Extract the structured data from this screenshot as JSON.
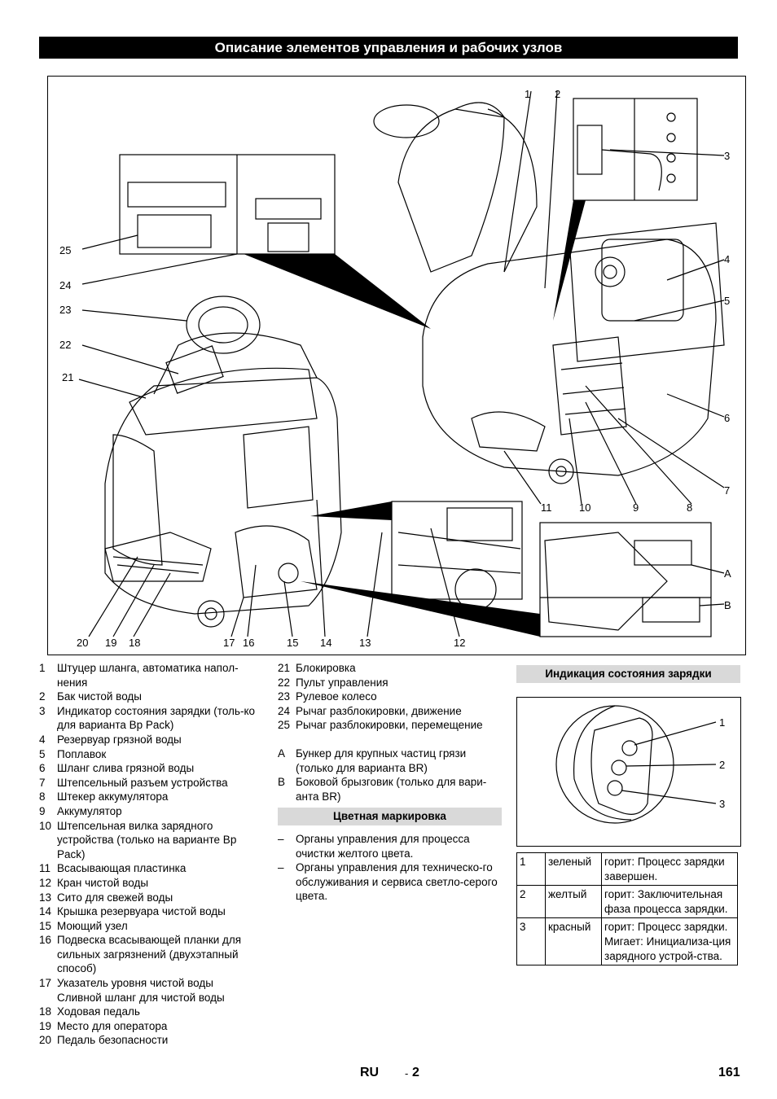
{
  "header": {
    "title": "Описание элементов управления и рабочих узлов"
  },
  "figure": {
    "callouts": [
      "1",
      "2",
      "3",
      "4",
      "5",
      "6",
      "7",
      "8",
      "9",
      "10",
      "11",
      "12",
      "13",
      "14",
      "15",
      "16",
      "17",
      "18",
      "19",
      "20",
      "21",
      "22",
      "23",
      "24",
      "25",
      "A",
      "B"
    ]
  },
  "legend_left": [
    {
      "num": "1",
      "text": "Штуцер шланга, автоматика напол-нения"
    },
    {
      "num": "2",
      "text": "Бак чистой воды"
    },
    {
      "num": "3",
      "text": "Индикатор состояния зарядки (толь-ко для варианта Bp Pack)"
    },
    {
      "num": "4",
      "text": "Резервуар грязной воды"
    },
    {
      "num": "5",
      "text": "Поплавок"
    },
    {
      "num": "6",
      "text": "Шланг слива грязной воды"
    },
    {
      "num": "7",
      "text": "Штепсельный разъем устройства"
    },
    {
      "num": "8",
      "text": "Штекер аккумулятора"
    },
    {
      "num": "9",
      "text": "Аккумулятор"
    },
    {
      "num": "10",
      "text": "Штепсельная вилка зарядного устройства (только на варианте Bp Pack)"
    },
    {
      "num": "11",
      "text": "Всасывающая пластинка"
    },
    {
      "num": "12",
      "text": "Кран чистой воды"
    },
    {
      "num": "13",
      "text": "Сито для свежей воды"
    },
    {
      "num": "14",
      "text": "Крышка резервуара чистой воды"
    },
    {
      "num": "15",
      "text": "Моющий узел"
    },
    {
      "num": "16",
      "text": "Подвеска всасывающей планки для сильных загрязнений (двухэтапный способ)"
    },
    {
      "num": "17",
      "text": "Указатель уровня чистой воды Сливной шланг для чистой воды"
    },
    {
      "num": "18",
      "text": "Ходовая педаль"
    },
    {
      "num": "19",
      "text": "Место для оператора"
    },
    {
      "num": "20",
      "text": "Педаль безопасности"
    }
  ],
  "legend_mid": [
    {
      "num": "21",
      "text": "Блокировка"
    },
    {
      "num": "22",
      "text": "Пульт управления"
    },
    {
      "num": "23",
      "text": "Рулевое колесо"
    },
    {
      "num": "24",
      "text": "Рычаг разблокировки, движение"
    },
    {
      "num": "25",
      "text": "Рычаг разблокировки, перемещение"
    }
  ],
  "legend_letters": [
    {
      "num": "A",
      "text": "Бункер для крупных частиц грязи (только для варианта BR)"
    },
    {
      "num": "B",
      "text": "Боковой брызговик (только для вари-анта BR)"
    }
  ],
  "color_marking": {
    "heading": "Цветная маркировка",
    "items": [
      {
        "dash": "–",
        "text": "Органы управления для процесса очистки желтого цвета."
      },
      {
        "dash": "–",
        "text": "Органы управления для техническо-го обслуживания и сервиса светло-серого цвета."
      }
    ]
  },
  "charge": {
    "heading": "Индикация состояния зарядки",
    "fig_labels": [
      "1",
      "2",
      "3"
    ],
    "rows": [
      {
        "num": "1",
        "color": "зеленый",
        "desc": "горит: Процесс зарядки завершен."
      },
      {
        "num": "2",
        "color": "желтый",
        "desc": "горит: Заключительная фаза процесса зарядки."
      },
      {
        "num": "3",
        "color": "красный",
        "desc": "горит: Процесс зарядки. Мигает: Инициализа-ция зарядного устрой-ства."
      }
    ]
  },
  "footer": {
    "lang": "RU",
    "sep": "-",
    "sub": "2",
    "page": "161"
  }
}
